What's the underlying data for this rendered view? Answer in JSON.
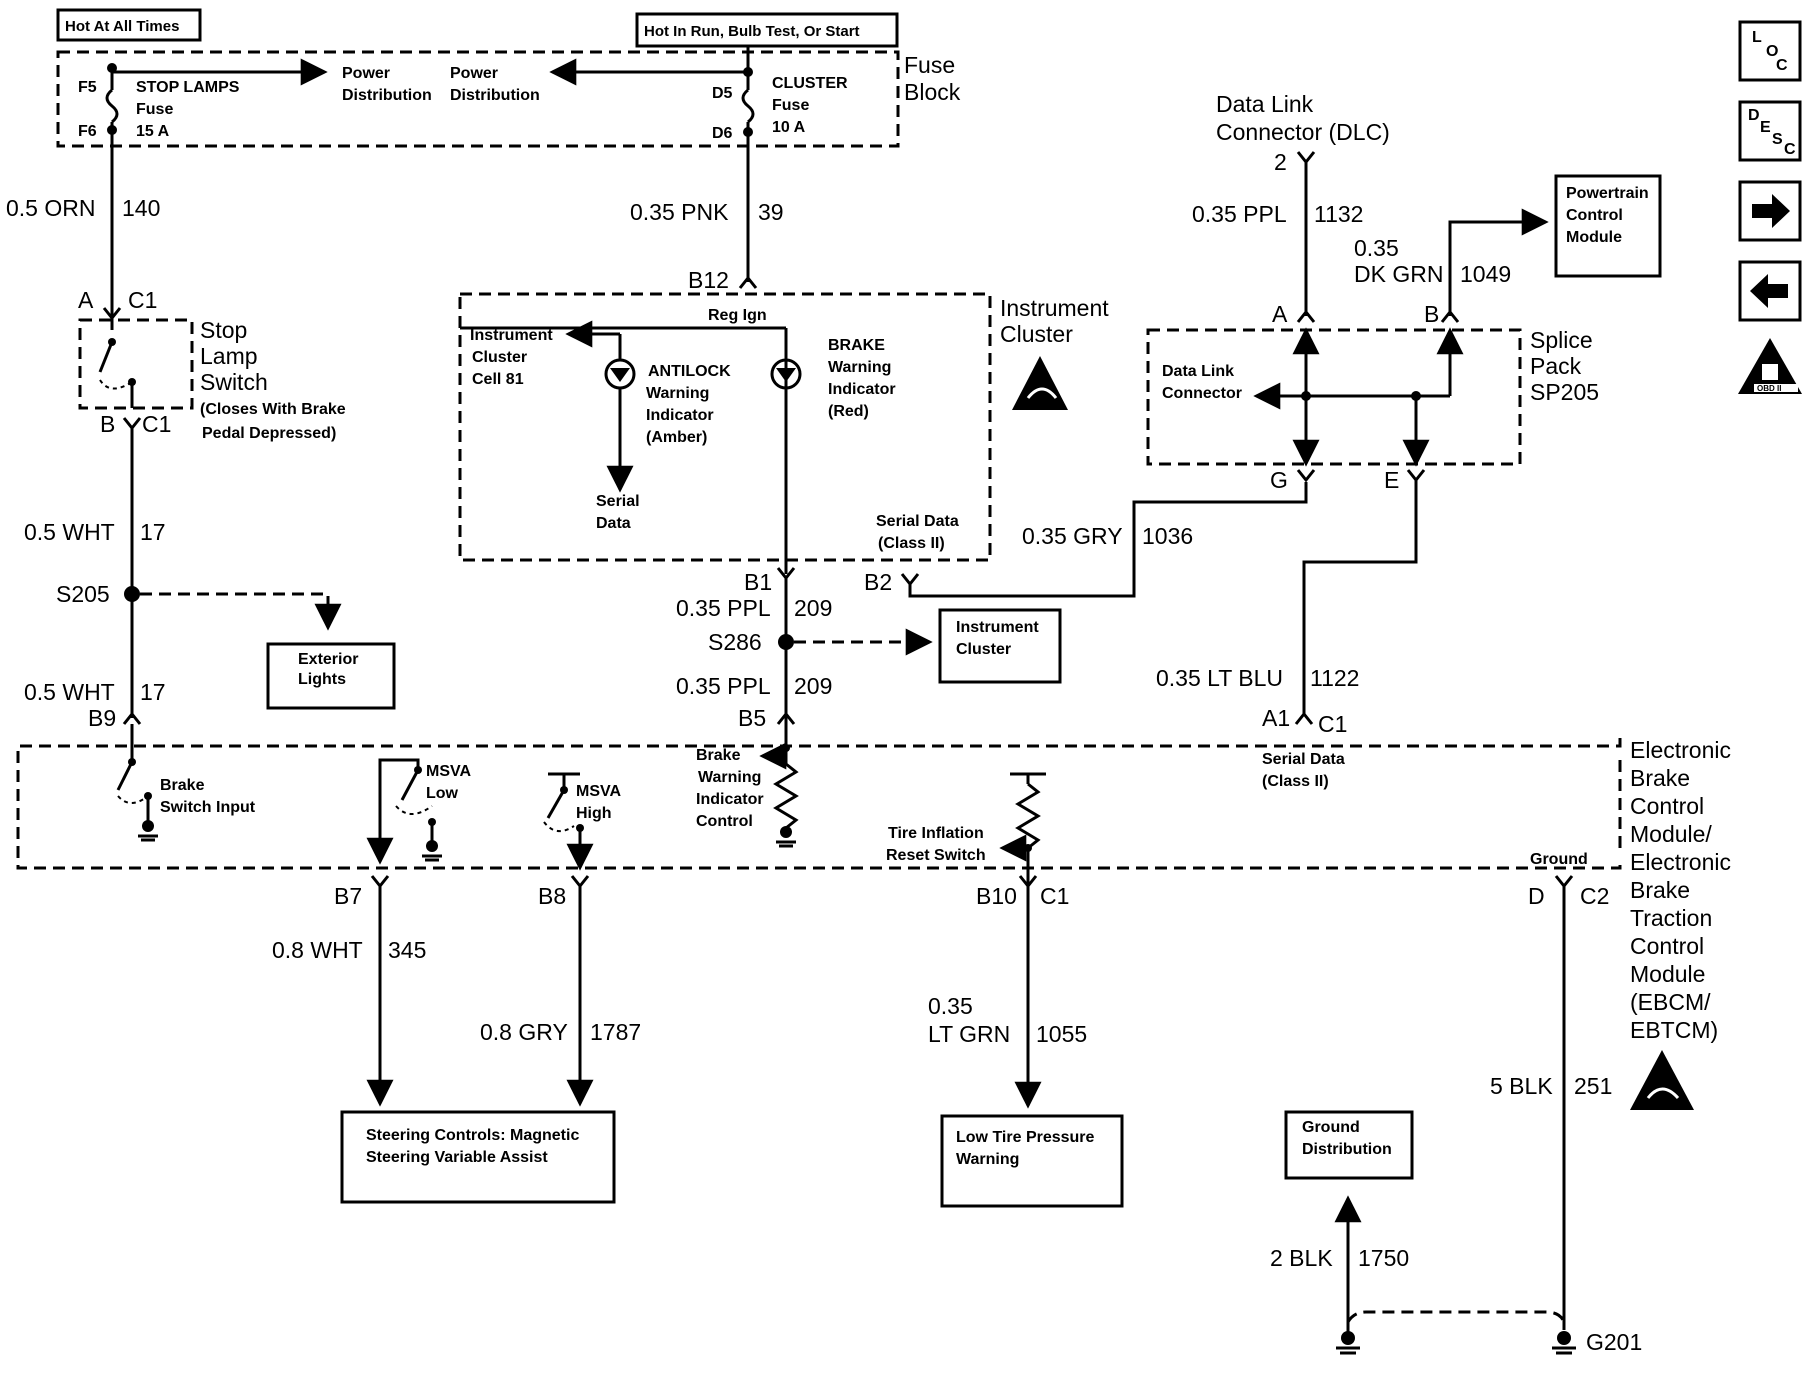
{
  "power": {
    "hot_all_times": "Hot At All Times",
    "hot_run": "Hot In Run, Bulb Test, Or Start",
    "fuse_block": [
      "Fuse",
      "Block"
    ],
    "fuse_f5": "F5",
    "fuse_f6": "F6",
    "stop_lamps_fuse": [
      "STOP LAMPS",
      "Fuse",
      "15 A"
    ],
    "power_dist_1": [
      "Power",
      "Distribution"
    ],
    "power_dist_2": [
      "Power",
      "Distribution"
    ],
    "fuse_d5": "D5",
    "fuse_d6": "D6",
    "cluster_fuse": [
      "CLUSTER",
      "Fuse",
      "10 A"
    ]
  },
  "wires": {
    "w140": [
      "0.5 ORN",
      "140"
    ],
    "w39": [
      "0.35 PNK",
      "39"
    ],
    "w1132": [
      "0.35 PPL",
      "1132"
    ],
    "w1049": [
      "0.35",
      "DK GRN",
      "1049"
    ],
    "w17a": [
      "0.5 WHT",
      "17"
    ],
    "w17b": [
      "0.5 WHT",
      "17"
    ],
    "w1036": [
      "0.35 GRY",
      "1036"
    ],
    "w209a": [
      "0.35 PPL",
      "209"
    ],
    "w209b": [
      "0.35 PPL",
      "209"
    ],
    "w1122": [
      "0.35 LT BLU",
      "1122"
    ],
    "w345": [
      "0.8 WHT",
      "345"
    ],
    "w1787": [
      "0.8 GRY",
      "1787"
    ],
    "w1055": [
      "0.35",
      "LT GRN",
      "1055"
    ],
    "w251": [
      "5 BLK",
      "251"
    ],
    "w1750": [
      "2 BLK",
      "1750"
    ]
  },
  "stop_switch": {
    "pin_a": "A",
    "c1_top": "C1",
    "name": [
      "Stop",
      "Lamp",
      "Switch"
    ],
    "note": [
      "(Closes With Brake",
      "Pedal Depressed)"
    ],
    "pin_b": "B",
    "c1_bottom": "C1"
  },
  "splices": {
    "s205": "S205",
    "s286": "S286"
  },
  "boxes": {
    "exterior_lights": [
      "Exterior",
      "Lights"
    ],
    "instrument_cluster_box": [
      "Instrument",
      "Cluster"
    ],
    "pcm": [
      "Powertrain",
      "Control",
      "Module"
    ],
    "steering": [
      "Steering Controls: Magnetic",
      "Steering Variable Assist"
    ],
    "low_tire": [
      "Low Tire Pressure",
      "Warning"
    ],
    "ground_dist": [
      "Ground",
      "Distribution"
    ]
  },
  "cluster": {
    "pin_b12": "B12",
    "reg_ign": "Reg Ign",
    "cell": [
      "Instrument",
      "Cluster",
      "Cell 81"
    ],
    "antilock": [
      "ANTILOCK",
      "Warning",
      "Indicator",
      "(Amber)"
    ],
    "brake": [
      "BRAKE",
      "Warning",
      "Indicator",
      "(Red)"
    ],
    "serial_data_1": [
      "Serial",
      "Data"
    ],
    "serial_data_2": [
      "Serial Data",
      "(Class II)"
    ],
    "name": [
      "Instrument",
      "Cluster"
    ],
    "pin_b1": "B1",
    "pin_b2": "B2"
  },
  "dlc": {
    "title": [
      "Data Link",
      "Connector (DLC)"
    ],
    "pin": "2"
  },
  "splice_pack": {
    "name": [
      "Splice",
      "Pack",
      "SP205"
    ],
    "pin_a": "A",
    "pin_b": "B",
    "pin_g": "G",
    "pin_e": "E",
    "dlc_label": [
      "Data Link",
      "Connector"
    ]
  },
  "ebcm": {
    "pin_b9": "B9",
    "pin_b5": "B5",
    "pin_a1": "A1",
    "c1": "C1",
    "serial_data": [
      "Serial Data",
      "(Class II)"
    ],
    "brake_switch_input": [
      "Brake",
      "Switch Input"
    ],
    "msva_low": [
      "MSVA",
      "Low"
    ],
    "msva_high": [
      "MSVA",
      "High"
    ],
    "brake_warning_control": [
      "Brake",
      "Warning",
      "Indicator",
      "Control"
    ],
    "tire_inflation": [
      "Tire Inflation",
      "Reset Switch"
    ],
    "ground": "Ground",
    "name": [
      "Electronic",
      "Brake",
      "Control",
      "Module/",
      "Electronic",
      "Brake",
      "Traction",
      "Control",
      "Module",
      "(EBCM/",
      "EBTCM)"
    ],
    "pin_b7": "B7",
    "pin_b8": "B8",
    "pin_b10": "B10",
    "c1_b10": "C1",
    "pin_d": "D",
    "c2": "C2"
  },
  "ground": {
    "g201": "G201"
  },
  "side_icons": {
    "loc": [
      "L",
      "O",
      "C"
    ],
    "desc": [
      "D",
      "E",
      "S",
      "C"
    ],
    "next": "arrow-right-icon",
    "prev": "arrow-left-icon",
    "obd": "OBD II"
  }
}
